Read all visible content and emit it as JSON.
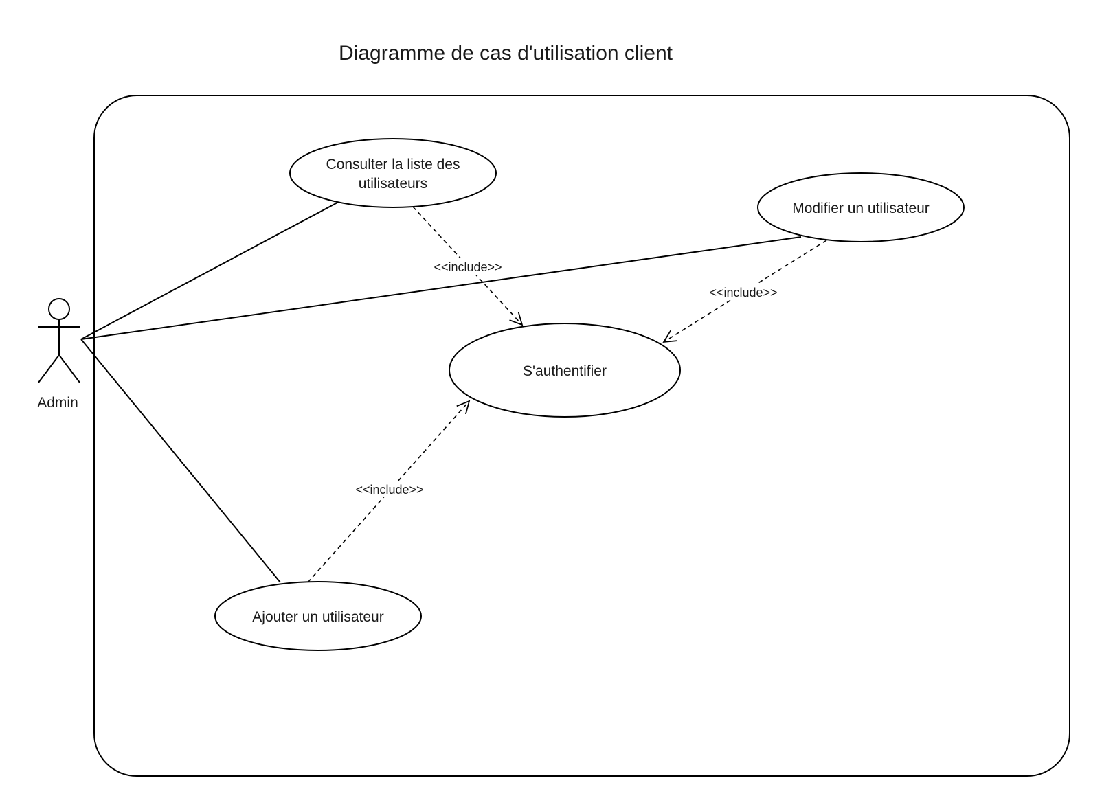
{
  "title": "Diagramme de cas d'utilisation client",
  "actor": {
    "label": "Admin"
  },
  "use_cases": {
    "consulter": {
      "line1": "Consulter la liste des",
      "line2": "utilisateurs"
    },
    "modifier": {
      "label": "Modifier un utilisateur"
    },
    "authentifier": {
      "label": "S'authentifier"
    },
    "ajouter": {
      "label": "Ajouter un utilisateur"
    }
  },
  "relations": {
    "include_consulter": "<<include>>",
    "include_modifier": "<<include>>",
    "include_ajouter": "<<include>>"
  }
}
